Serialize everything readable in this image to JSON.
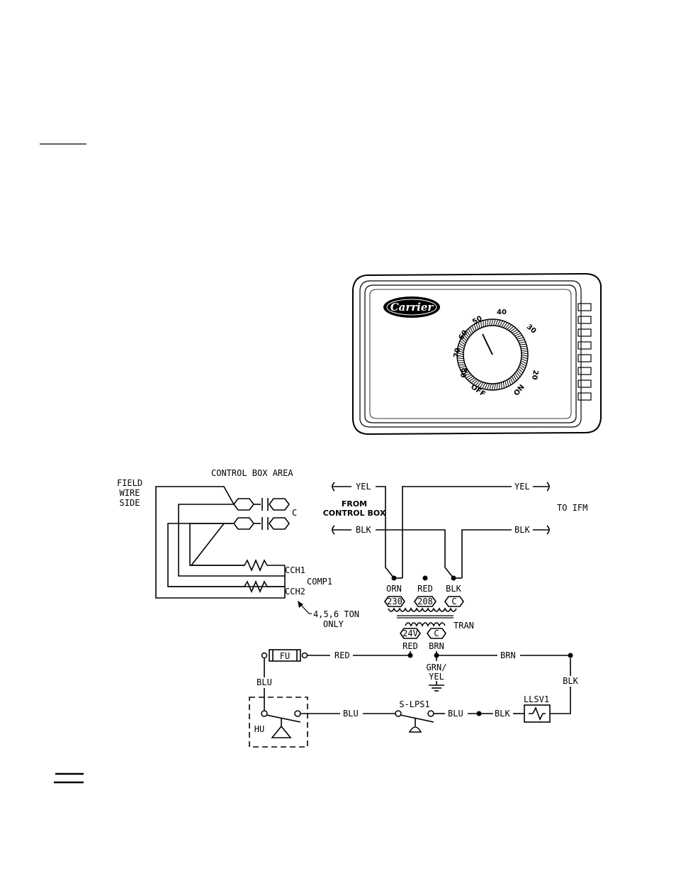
{
  "thermostat": {
    "brand": "Carrier",
    "dial_labels": [
      "40",
      "30",
      "20",
      "ON",
      "OFF",
      "80",
      "70",
      "60",
      "50"
    ]
  },
  "diagram": {
    "control_box_area": "CONTROL BOX AREA",
    "field_wire": "FIELD",
    "field_wire2": "WIRE",
    "field_wire3": "SIDE",
    "contactor_c": "C",
    "cch1": "CCH1",
    "comp1": "COMP1",
    "cch2": "CCH2",
    "note_line1": "4,5,6 TON",
    "note_line2": "ONLY",
    "yel_left": "YEL",
    "yel_right": "YEL",
    "blk_left": "BLK",
    "blk_right": "BLK",
    "from_control_box1": "FROM",
    "from_control_box2": "CONTROL BOX",
    "to_ifm": "TO IFM",
    "orn": "ORN",
    "red_top": "RED",
    "blk_top": "BLK",
    "tap_230": "230",
    "tap_208": "208",
    "tap_c_primary": "C",
    "tran": "TRAN",
    "tap_24v": "24V",
    "tap_c_secondary": "C",
    "red_sec": "RED",
    "brn_sec": "BRN",
    "fu": "FU",
    "red_wire": "RED",
    "brn_wire": "BRN",
    "grn_yel1": "GRN/",
    "grn_yel2": "YEL",
    "blu_vertical": "BLU",
    "blk_vertical": "BLK",
    "hu": "HU",
    "blu_1": "BLU",
    "s_lps1": "S-LPS1",
    "blu_2": "BLU",
    "blk_3": "BLK",
    "llsv1": "LLSV1"
  }
}
